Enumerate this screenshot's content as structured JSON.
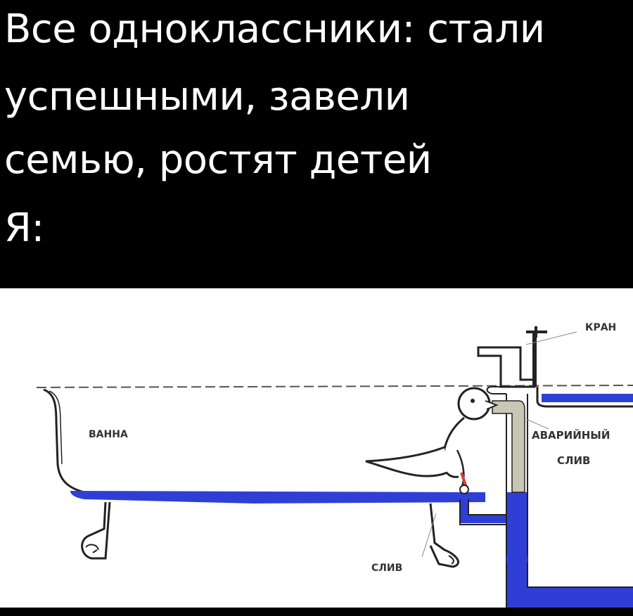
{
  "caption": {
    "lines": [
      "Все одноклассники: стали",
      "успешными, завели",
      "семью, ростят детей",
      "Я:"
    ]
  },
  "diagram": {
    "labels": {
      "bath": "ВАННА",
      "faucet": "КРАН",
      "overflow_line1": "АВАРИЙНЫЙ",
      "overflow_line2": "СЛИВ",
      "drain": "СЛИВ"
    }
  },
  "colors": {
    "background": "#000000",
    "caption_text": "#ffffff",
    "panel": "#ffffff",
    "water": "#2f3fd6",
    "line": "#222222",
    "overflow_pipe": "#c9c6b4",
    "accent": "#d8402a"
  }
}
